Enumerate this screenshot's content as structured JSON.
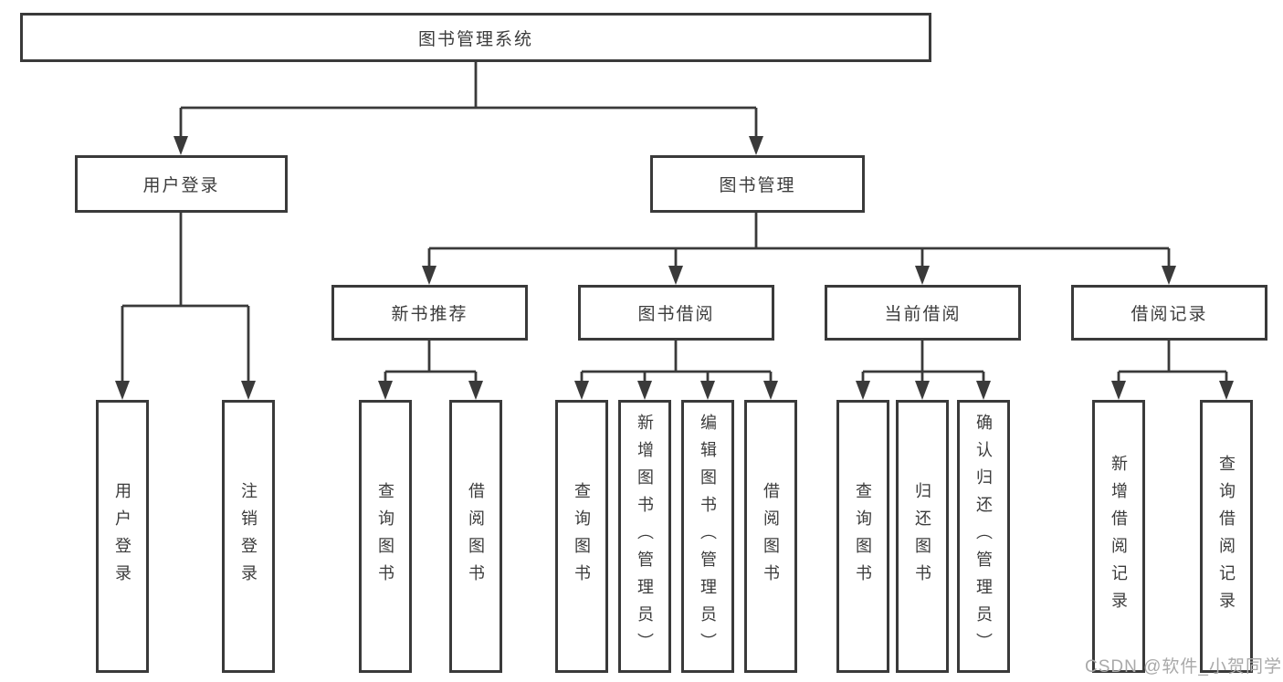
{
  "colors": {
    "line": "#3a3a3a",
    "text": "#3c3c3c",
    "box_fill": "#ffffff",
    "watermark": "#a9a9a9"
  },
  "tree": {
    "label": "图书管理系统",
    "children": [
      {
        "label": "用户登录",
        "children": [
          {
            "label": "用户登录"
          },
          {
            "label": "注销登录"
          }
        ]
      },
      {
        "label": "图书管理",
        "children": [
          {
            "label": "新书推荐",
            "children": [
              {
                "label": "查询图书"
              },
              {
                "label": "借阅图书"
              }
            ]
          },
          {
            "label": "图书借阅",
            "children": [
              {
                "label": "查询图书"
              },
              {
                "label": "新增图书（管理员）"
              },
              {
                "label": "编辑图书（管理员）"
              },
              {
                "label": "借阅图书"
              }
            ]
          },
          {
            "label": "当前借阅",
            "children": [
              {
                "label": "查询图书"
              },
              {
                "label": "归还图书"
              },
              {
                "label": "确认归还（管理员）"
              }
            ]
          },
          {
            "label": "借阅记录",
            "children": [
              {
                "label": "新增借阅记录"
              },
              {
                "label": "查询借阅记录"
              }
            ]
          }
        ]
      }
    ]
  },
  "watermark": {
    "text": "CSDN @软件_小贺同学"
  }
}
